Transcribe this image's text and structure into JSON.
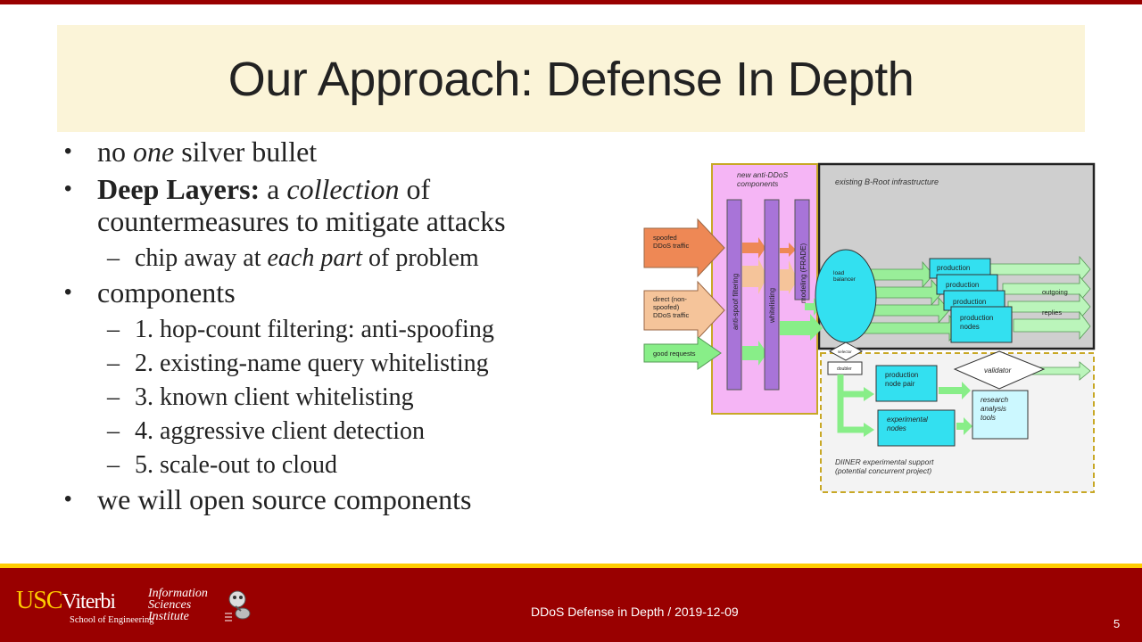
{
  "slide": {
    "title": "Our Approach: Defense In Depth",
    "bullets": [
      {
        "pre": "no ",
        "em": "one",
        "post": " silver bullet"
      },
      {
        "strong": "Deep Layers:",
        "mid": " a ",
        "em": "collection",
        "post": " of",
        "line2": "countermeasures to mitigate attacks"
      },
      {
        "pre": "chip away at ",
        "em": "each part",
        "post": " of problem"
      },
      {
        "text": "components"
      },
      {
        "text": "1. hop-count filtering: anti-spoofing"
      },
      {
        "text": "2. existing-name query whitelisting"
      },
      {
        "text": "3. known client whitelisting"
      },
      {
        "text": "4. aggressive client detection"
      },
      {
        "text": "5. scale-out to cloud"
      },
      {
        "text": "we will open source components"
      }
    ]
  },
  "diagram": {
    "new_components_label_1": "new anti-DDoS",
    "new_components_label_2": "components",
    "existing_label": "existing B-Root infrastructure",
    "input_spoofed_1": "spoofed",
    "input_spoofed_2": "DDoS traffic",
    "input_direct_1": "direct (non-",
    "input_direct_2": "spoofed)",
    "input_direct_3": "DDoS traffic",
    "input_good": "good requests",
    "filter_1": "anti-spoof filtering",
    "filter_2": "whitelisting",
    "filter_3": "modeling (FRADE)",
    "load_balancer_1": "load",
    "load_balancer_2": "balancer",
    "production": "production",
    "production_nodes_1": "production",
    "production_nodes_2": "nodes",
    "outgoing": "outgoing",
    "replies": "replies",
    "selector": "selector",
    "doubler": "doubler",
    "node_pair_1": "production",
    "node_pair_2": "node pair",
    "validator": "validator",
    "experimental_1": "experimental",
    "experimental_2": "nodes",
    "research_1": "research",
    "research_2": "analysis",
    "research_3": "tools",
    "diiner_1": "DIINER experimental support",
    "diiner_2": "(potential concurrent project)"
  },
  "footer": {
    "logo_usc": "USC",
    "logo_viterbi": "Viterbi",
    "logo_school": "School of Engineering",
    "logo_isi_1": "Information",
    "logo_isi_2": "Sciences",
    "logo_isi_3": "Institute",
    "center_text": "DDoS Defense in Depth / 2019-12-09",
    "page_number": "5"
  },
  "colors": {
    "usc_cardinal": "#990000",
    "usc_gold": "#ffcc00",
    "title_band": "#fbf4d8"
  }
}
